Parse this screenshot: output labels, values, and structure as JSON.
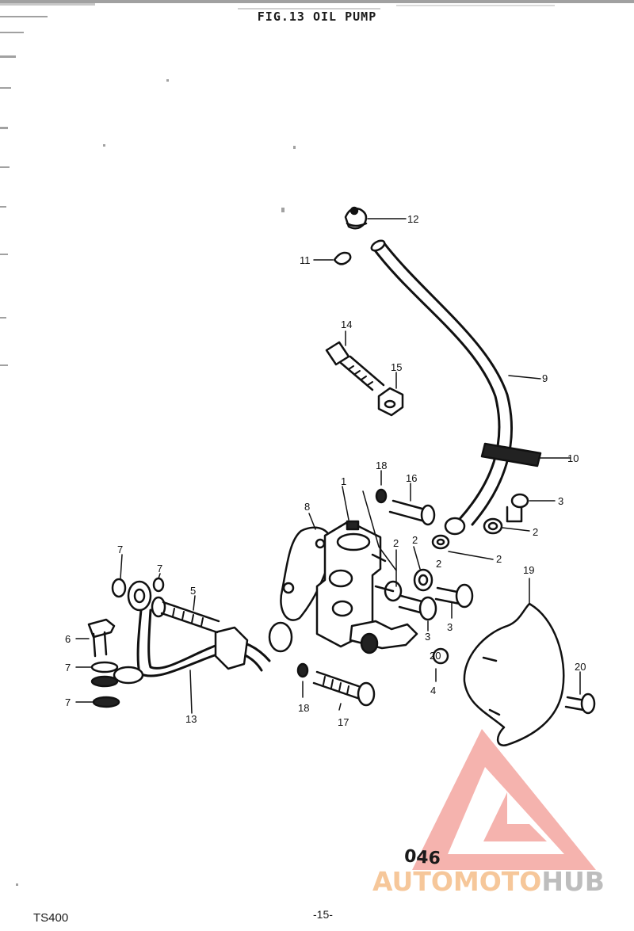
{
  "title": "FIG.13 OIL PUMP",
  "footer": {
    "model": "TS400",
    "page": "-15-"
  },
  "code": "046",
  "watermark": {
    "auto": "AUTO",
    "moto": "MOTO",
    "hub": "HUB",
    "auto_color": "#f6c79a",
    "hub_color": "#bdbdbd"
  },
  "callouts": {
    "c1": "1",
    "c2a": "2",
    "c2b": "2",
    "c2c": "2",
    "c2d": "2",
    "c2e": "2",
    "c3a": "3",
    "c3b": "3",
    "c3c": "3",
    "c4": "4",
    "c5": "5",
    "c6": "6",
    "c7a": "7",
    "c7b": "7",
    "c7c": "7",
    "c7d": "7",
    "c8": "8",
    "c9": "9",
    "c10": "10",
    "c11": "11",
    "c12": "12",
    "c13": "13",
    "c14": "14",
    "c15": "15",
    "c16": "16",
    "c17": "17",
    "c18a": "18",
    "c18b": "18",
    "c19": "19",
    "c20a": "20",
    "c20b": "20"
  }
}
